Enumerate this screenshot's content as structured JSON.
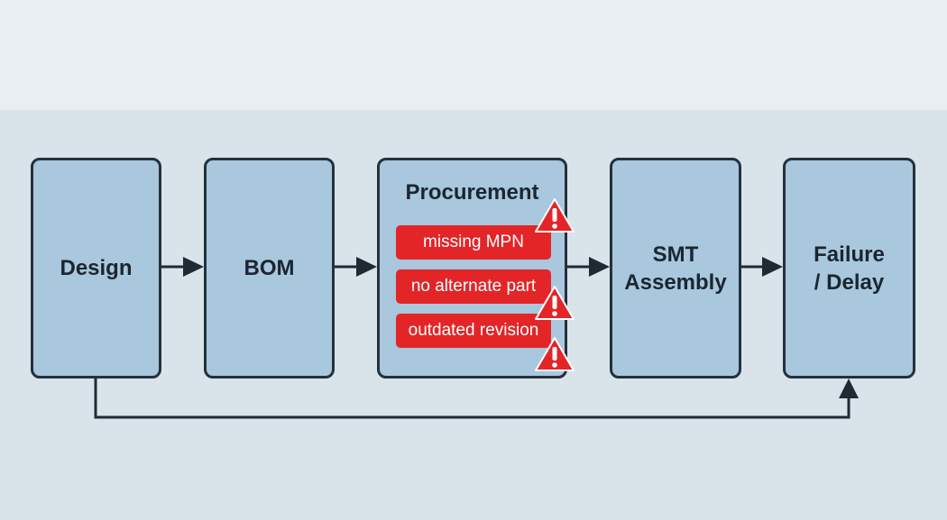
{
  "diagram": {
    "nodes": [
      {
        "id": "design",
        "label": "Design"
      },
      {
        "id": "bom",
        "label": "BOM"
      },
      {
        "id": "procurement",
        "label": "Procurement"
      },
      {
        "id": "smt",
        "label_lines": [
          "SMT",
          "Assembly"
        ]
      },
      {
        "id": "failure",
        "label_lines": [
          "Failure",
          "/ Delay"
        ]
      }
    ],
    "procurement_issues": [
      "missing MPN",
      "no alternate part",
      "outdated revision"
    ],
    "edges": [
      {
        "from": "design",
        "to": "bom"
      },
      {
        "from": "bom",
        "to": "procurement"
      },
      {
        "from": "procurement",
        "to": "smt"
      },
      {
        "from": "smt",
        "to": "failure"
      },
      {
        "from": "design",
        "to": "failure",
        "route": "bottom-bypass"
      }
    ],
    "colors": {
      "node_fill": "#a9c7dd",
      "node_border": "#24313d",
      "issue_fill": "#e32528",
      "warning_fill": "#e32528",
      "connector": "#1f2a35"
    },
    "icons": {
      "warning": "warning-triangle-icon"
    }
  }
}
